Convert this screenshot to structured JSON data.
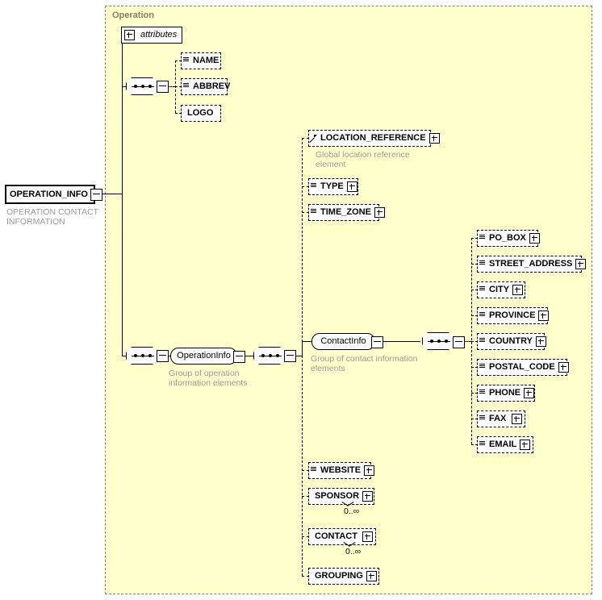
{
  "diagram": {
    "type": "xml-schema-element-tree",
    "root": {
      "name": "OPERATION_INFO",
      "documentation": "OPERATION CONTACT\nINFORMATION",
      "expander": "minus"
    },
    "group": {
      "title": "Operation"
    },
    "attributes_node": {
      "label": "attributes",
      "expander": "plus"
    },
    "sequence_icon_name": "sequence-icon",
    "branch_1": {
      "elements": [
        {
          "label": "NAME",
          "type_icon": "sequence-content-icon",
          "expander": "none"
        },
        {
          "label": "ABBREV",
          "type_icon": "sequence-content-icon",
          "expander": "none"
        },
        {
          "label": "LOGO",
          "type_icon": "none",
          "expander": "none"
        }
      ]
    },
    "operation_info_group": {
      "label": "OperationInfo",
      "documentation": "Group of operation\ninformation elements",
      "expander": "minus"
    },
    "branch_2": {
      "elements": [
        {
          "label": "LOCATION_REFERENCE",
          "type_icon": "reference-arrow-icon",
          "expander": "plus",
          "documentation": "Global location reference\nelement"
        },
        {
          "label": "TYPE",
          "type_icon": "sequence-content-icon",
          "expander": "plus"
        },
        {
          "label": "TIME_ZONE",
          "type_icon": "sequence-content-icon",
          "expander": "plus"
        },
        {
          "label": "WEBSITE",
          "type_icon": "sequence-content-icon",
          "expander": "plus"
        },
        {
          "label": "SPONSOR",
          "type_icon": "none",
          "expander": "plus",
          "cardinality": "0..∞",
          "repeating": true
        },
        {
          "label": "CONTACT",
          "type_icon": "none",
          "expander": "plus",
          "cardinality": "0..∞",
          "repeating": true
        },
        {
          "label": "GROUPING",
          "type_icon": "none",
          "expander": "plus"
        }
      ]
    },
    "contact_info_group": {
      "label": "ContactInfo",
      "documentation": "Group of contact information\nelements",
      "expander": "minus"
    },
    "branch_3": {
      "elements": [
        {
          "label": "PO_BOX",
          "type_icon": "sequence-content-icon",
          "expander": "plus"
        },
        {
          "label": "STREET_ADDRESS",
          "type_icon": "sequence-content-icon",
          "expander": "plus"
        },
        {
          "label": "CITY",
          "type_icon": "sequence-content-icon",
          "expander": "plus"
        },
        {
          "label": "PROVINCE",
          "type_icon": "sequence-content-icon",
          "expander": "plus"
        },
        {
          "label": "COUNTRY",
          "type_icon": "sequence-content-icon",
          "expander": "plus"
        },
        {
          "label": "POSTAL_CODE",
          "type_icon": "sequence-content-icon",
          "expander": "plus"
        },
        {
          "label": "PHONE",
          "type_icon": "sequence-content-icon",
          "expander": "plus"
        },
        {
          "label": "FAX",
          "type_icon": "sequence-content-icon",
          "expander": "plus"
        },
        {
          "label": "EMAIL",
          "type_icon": "sequence-content-icon",
          "expander": "plus"
        }
      ]
    },
    "colors": {
      "group_background": "#ffffcc",
      "group_border": "#808066",
      "documentation_text": "#999999",
      "node_background": "#ffffff",
      "node_shadow": "#c0c0c0",
      "line": "#000000",
      "page_background": "#ffffff"
    }
  }
}
